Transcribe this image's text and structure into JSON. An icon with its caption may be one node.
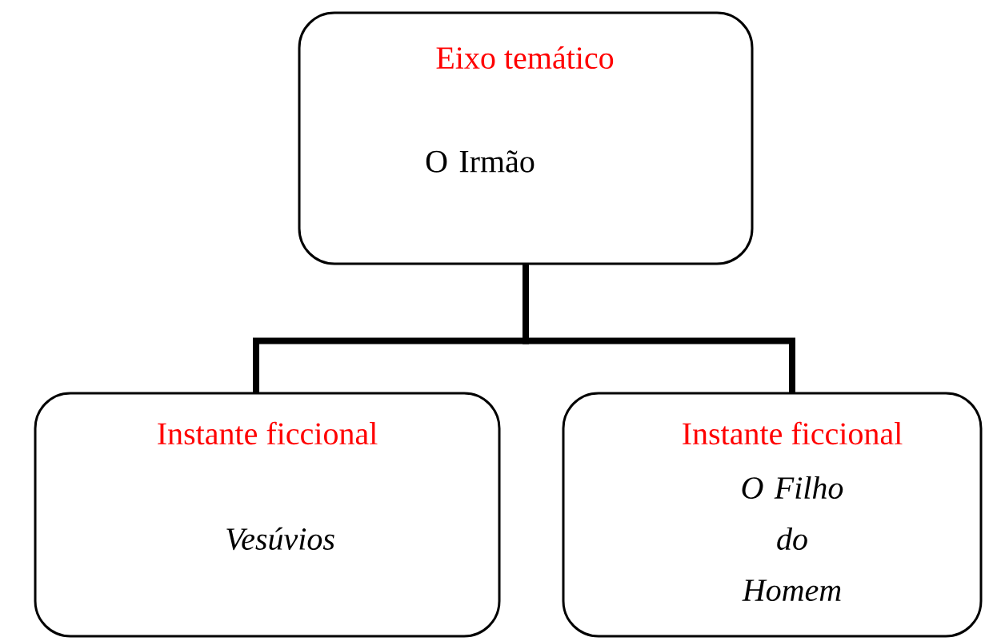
{
  "diagram": {
    "nodes": [
      {
        "text": [
          "Eixo temático",
          "O Irmão"
        ]
      },
      {
        "text": [
          "Instante ficcional",
          "Vesúvios"
        ]
      },
      {
        "text": [
          "Instante ficcional",
          "O Filho do Homem"
        ]
      }
    ],
    "edges": [
      {
        "from": 0,
        "to": 1,
        "arrow": "none"
      },
      {
        "from": 0,
        "to": 2,
        "arrow": "none"
      }
    ]
  }
}
